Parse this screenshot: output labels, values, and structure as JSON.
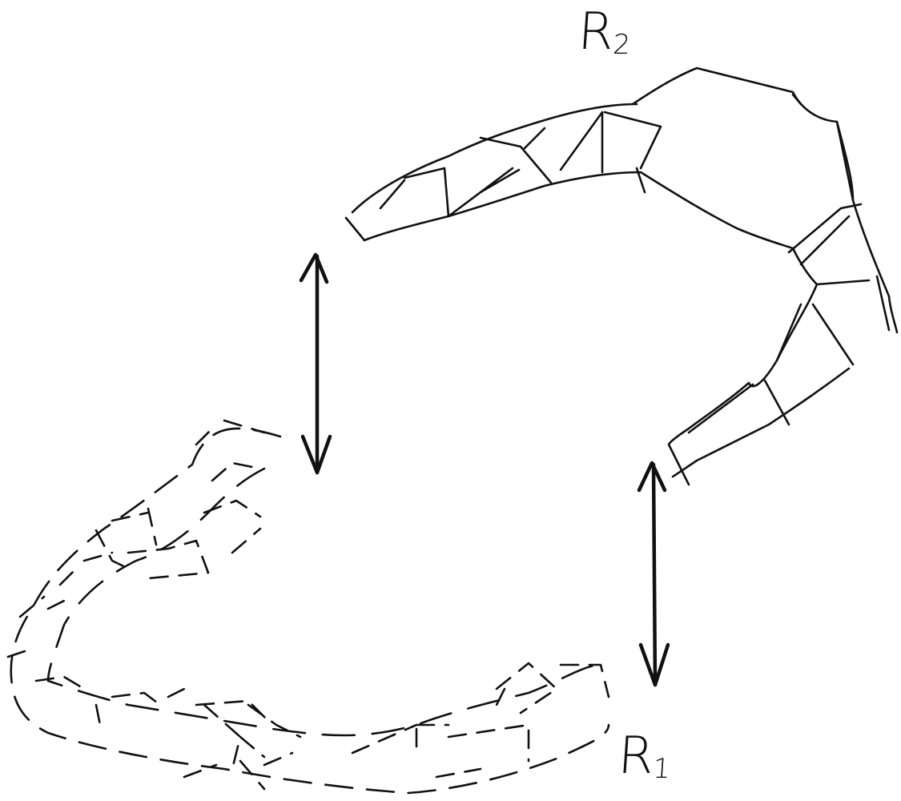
{
  "labels": {
    "upper_ribbon": {
      "letter": "R",
      "index": "2"
    },
    "lower_ribbon": {
      "letter": "R",
      "index": "1"
    }
  },
  "colors": {
    "ink": "#111111",
    "background": "#ffffff"
  },
  "icons": {
    "left_arrow": "double-headed-vertical-arrow",
    "right_arrow": "double-headed-vertical-arrow"
  }
}
